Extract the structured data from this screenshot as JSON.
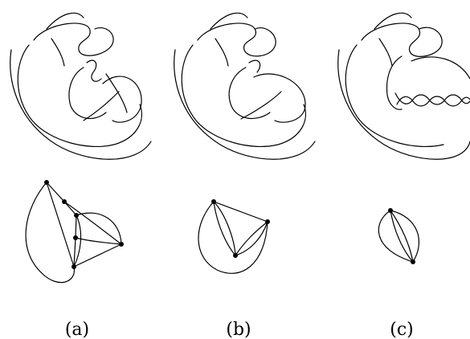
{
  "panels": [
    {
      "id": "a",
      "caption": "(a)"
    },
    {
      "id": "b",
      "caption": "(b)"
    },
    {
      "id": "c",
      "caption": "(c)"
    }
  ],
  "colors": {
    "ink": "#000000",
    "background": "#ffffff"
  }
}
